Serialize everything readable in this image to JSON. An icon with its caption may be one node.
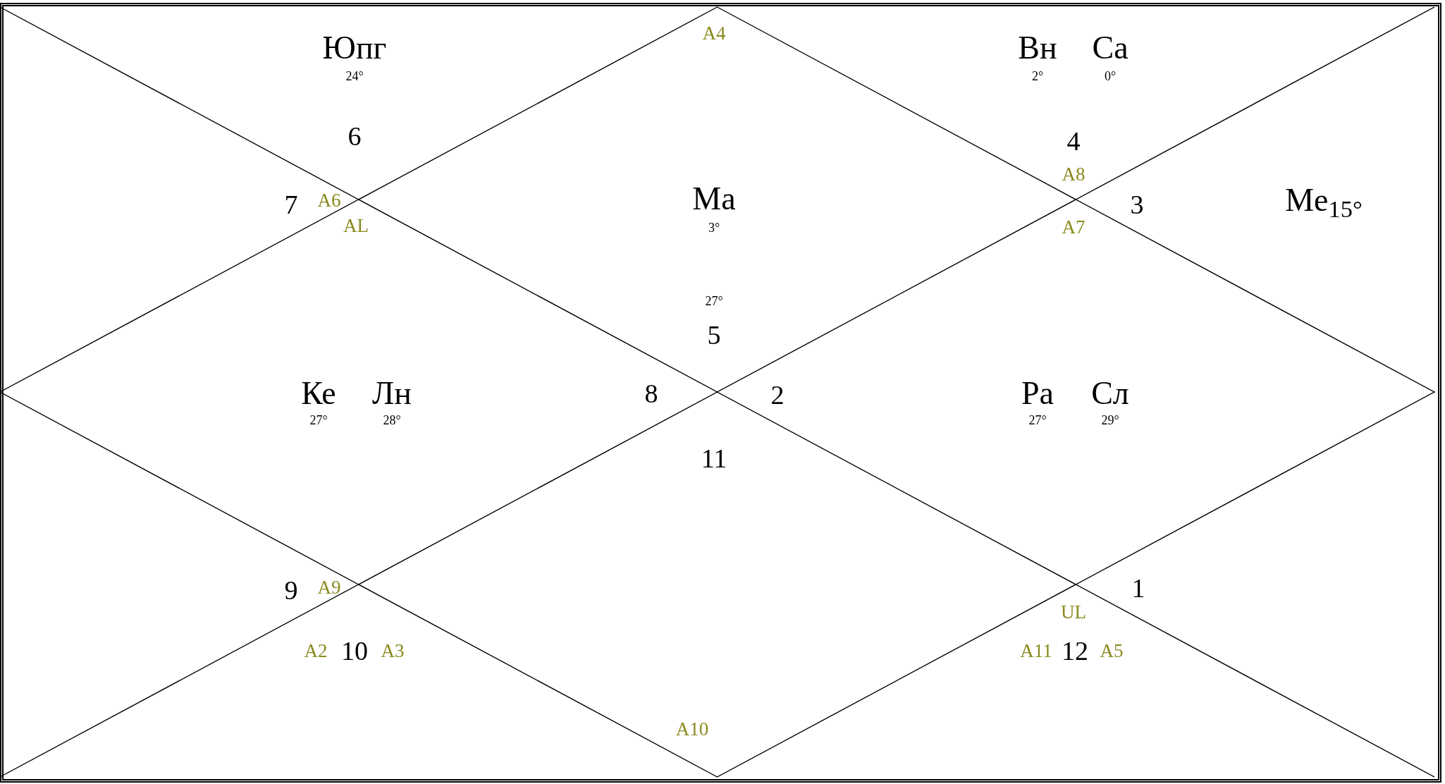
{
  "diagram": {
    "labels": [
      "A4",
      "Юпг",
      "Вн",
      "Са",
      "24°",
      "2°",
      "0°",
      "6",
      "4",
      "A8",
      "7",
      "A6",
      "Ма",
      "3",
      "Me$_{15°}$",
      "AL",
      "3°",
      "A7",
      "27°",
      "5",
      "Ке",
      "Лн",
      "8",
      "2",
      "Ра",
      "Сл",
      "27°",
      "28°",
      "27°",
      "29°",
      "11",
      "9",
      "A9",
      "1",
      "UL",
      "A2",
      "10",
      "A3",
      "A11",
      "12",
      "A5",
      "A10"
    ]
  }
}
